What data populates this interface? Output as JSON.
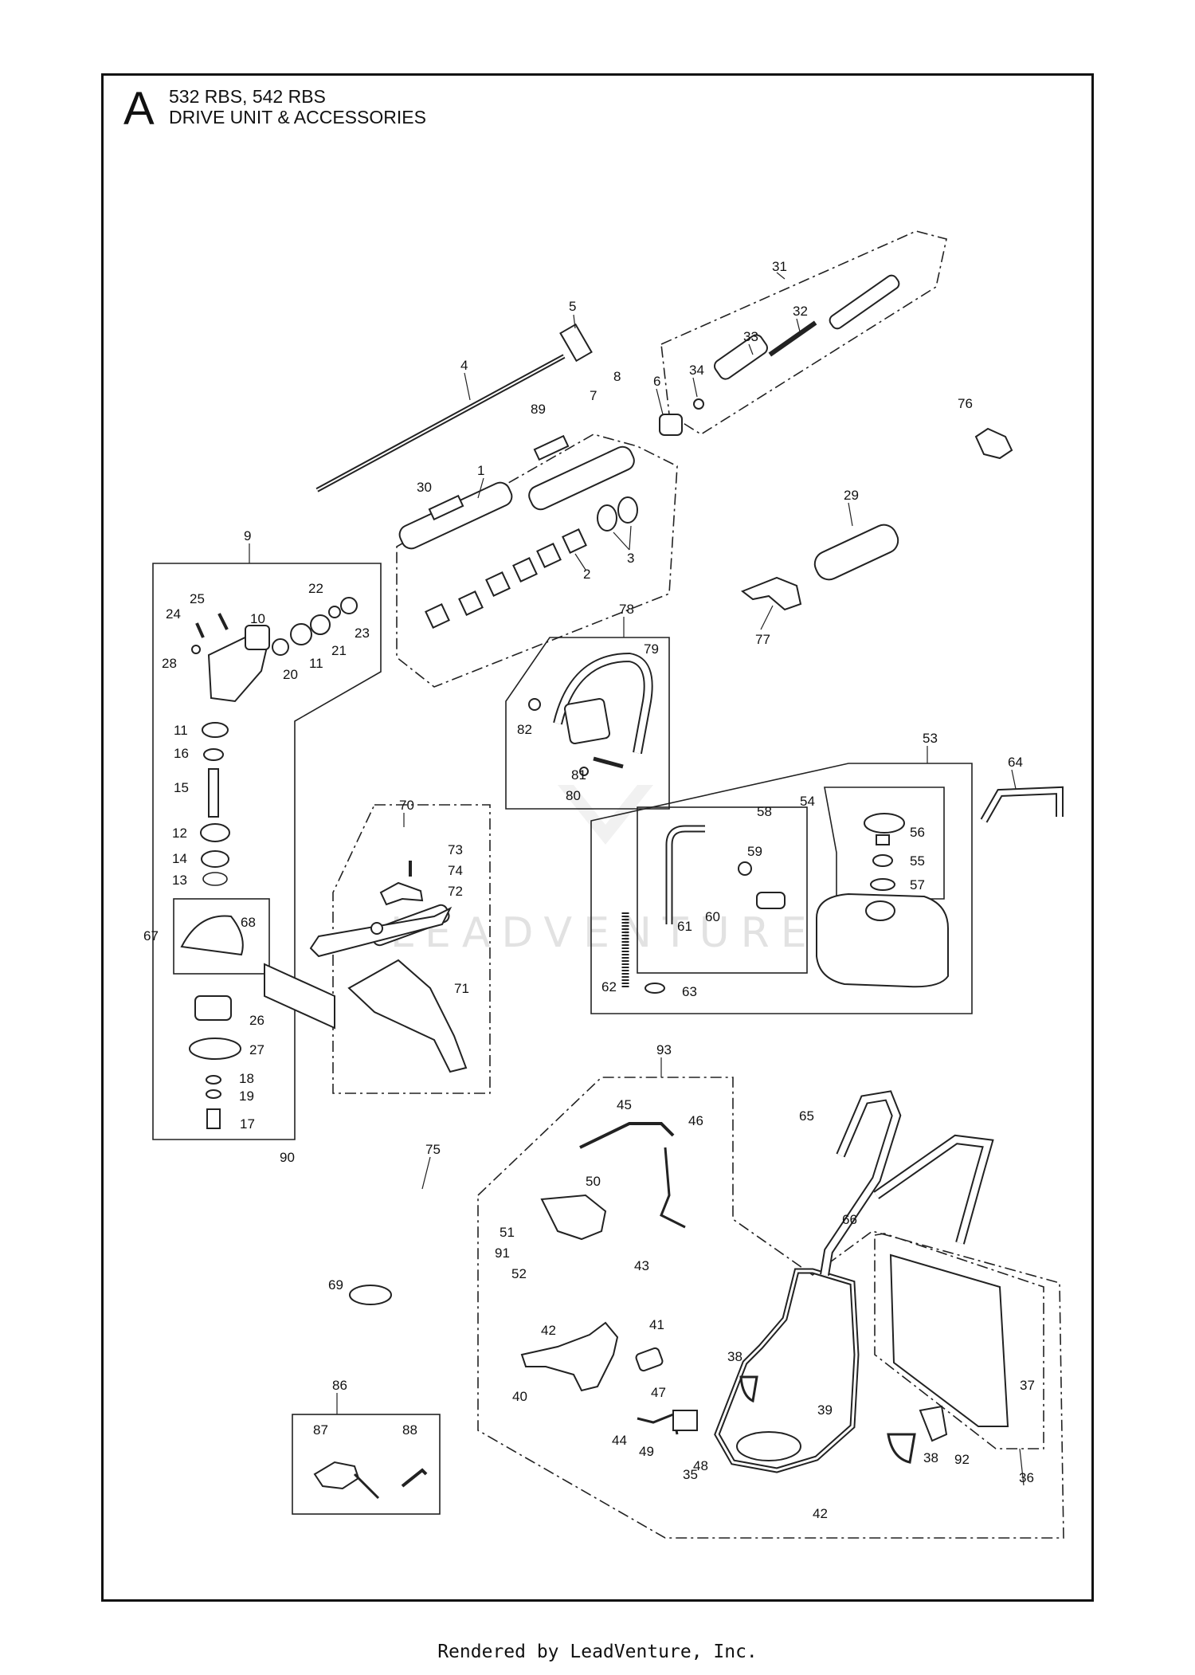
{
  "header": {
    "section_letter": "A",
    "models": "532 RBS, 542 RBS",
    "title": "DRIVE UNIT & ACCESSORIES"
  },
  "watermark": "LEADVENTURE",
  "footer": "Rendered by LeadVenture, Inc.",
  "callouts": [
    "1",
    "2",
    "3",
    "4",
    "5",
    "6",
    "7",
    "8",
    "9",
    "10",
    "11",
    "11",
    "12",
    "13",
    "14",
    "15",
    "16",
    "17",
    "18",
    "19",
    "20",
    "21",
    "22",
    "23",
    "24",
    "25",
    "26",
    "27",
    "28",
    "29",
    "30",
    "31",
    "32",
    "33",
    "34",
    "35",
    "36",
    "37",
    "38",
    "38",
    "39",
    "40",
    "41",
    "42",
    "42",
    "43",
    "44",
    "45",
    "46",
    "47",
    "48",
    "49",
    "50",
    "51",
    "52",
    "53",
    "54",
    "55",
    "56",
    "57",
    "58",
    "59",
    "60",
    "61",
    "62",
    "63",
    "64",
    "65",
    "66",
    "67",
    "68",
    "69",
    "70",
    "71",
    "72",
    "73",
    "74",
    "75",
    "76",
    "77",
    "78",
    "79",
    "80",
    "81",
    "82",
    "86",
    "87",
    "88",
    "89",
    "90",
    "91",
    "92",
    "93"
  ]
}
